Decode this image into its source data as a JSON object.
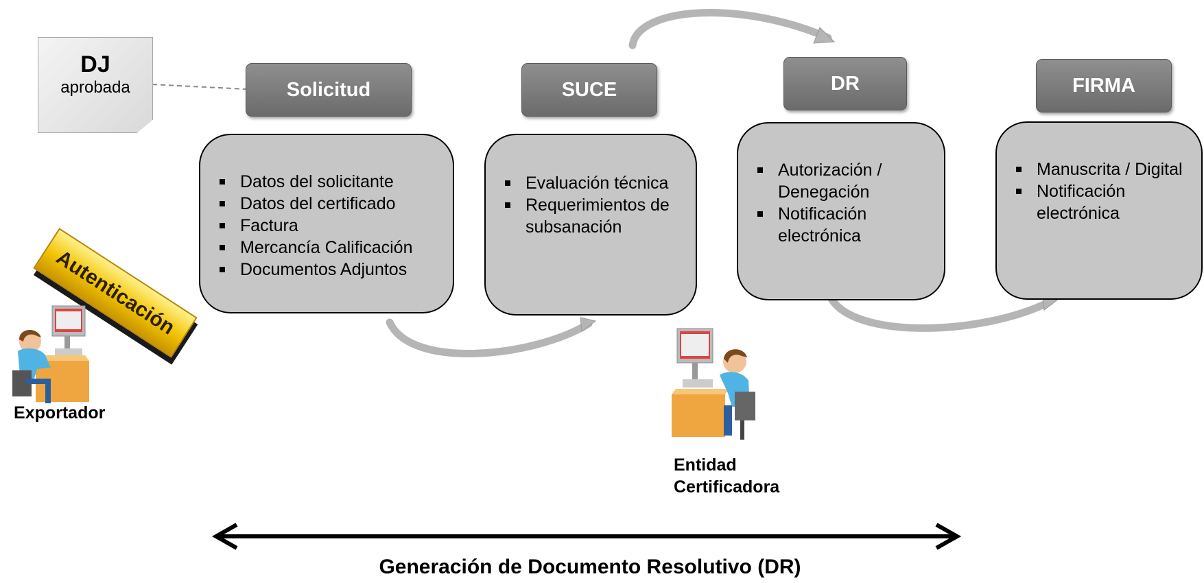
{
  "note": {
    "title": "DJ",
    "subtitle": "aprobada"
  },
  "steps": [
    {
      "label": "Solicitud",
      "items": [
        "Datos del solicitante",
        "Datos del certificado",
        "Factura",
        "Mercancía Calificación",
        "Documentos Adjuntos"
      ]
    },
    {
      "label": "SUCE",
      "items": [
        "Evaluación técnica",
        "Requerimientos de subsanación"
      ]
    },
    {
      "label": "DR",
      "items": [
        "Autorización / Denegación",
        "Notificación electrónica"
      ]
    },
    {
      "label": "FIRMA",
      "items": [
        "Manuscrita / Digital",
        "Notificación electrónica"
      ]
    }
  ],
  "authentication_label": "Autenticación",
  "actors": {
    "exporter": "Exportador",
    "certifier": "Entidad Certificadora"
  },
  "bottom_label": "Generación de Documento Resolutivo (DR)",
  "colors": {
    "tab": "#7a7a7a",
    "box": "#c6c6c6",
    "arrow": "#b3b3b3",
    "gold": "#f2c200"
  }
}
